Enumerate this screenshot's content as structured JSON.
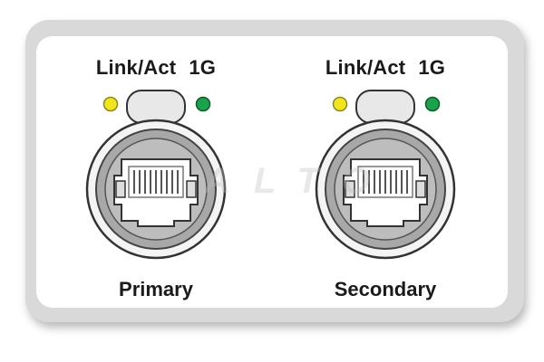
{
  "colors": {
    "led_link": "#f2e51a",
    "led_speed": "#1aa34a",
    "panel_frame": "#d9d9d9",
    "connector_ring": "#a8a8a8"
  },
  "ports": [
    {
      "link_label": "Link/Act",
      "speed_label": "1G",
      "name": "Primary"
    },
    {
      "link_label": "Link/Act",
      "speed_label": "1G",
      "name": "Secondary"
    }
  ],
  "watermark": "ALTO"
}
